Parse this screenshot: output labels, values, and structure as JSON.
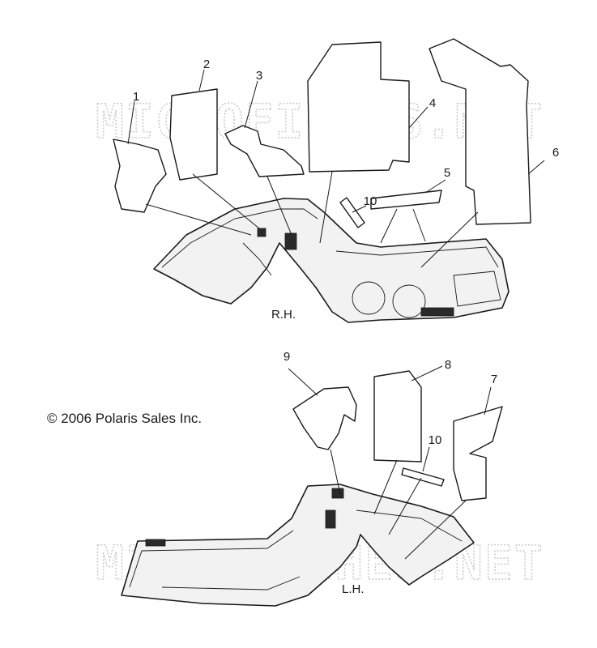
{
  "watermark_text": "MICROFICHES.NET",
  "copyright": "© 2006 Polaris Sales Inc.",
  "views": {
    "rh_label": "R.H.",
    "lh_label": "L.H."
  },
  "callouts": {
    "c1": "1",
    "c2": "2",
    "c3": "3",
    "c4": "4",
    "c5": "5",
    "c6": "6",
    "c7": "7",
    "c8": "8",
    "c9": "9",
    "c10_top": "10",
    "c10_bottom": "10"
  }
}
